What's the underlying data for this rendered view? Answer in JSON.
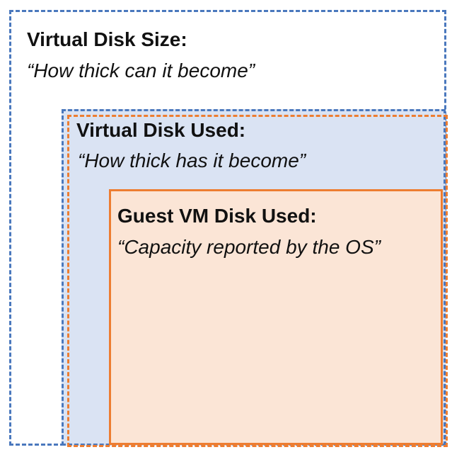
{
  "virtual_disk_size": {
    "title": "Virtual Disk Size:",
    "subtitle": "“How thick can it become”"
  },
  "virtual_disk_used": {
    "title": "Virtual Disk Used:",
    "subtitle": "“How thick has it become”"
  },
  "guest_vm_disk_used": {
    "title": "Guest VM Disk Used:",
    "subtitle": "“Capacity reported by the OS”"
  },
  "colors": {
    "blue_border": "#4a78bd",
    "blue_fill": "#dae3f3",
    "orange_border": "#ed7d31",
    "orange_fill": "#fbe5d6"
  }
}
